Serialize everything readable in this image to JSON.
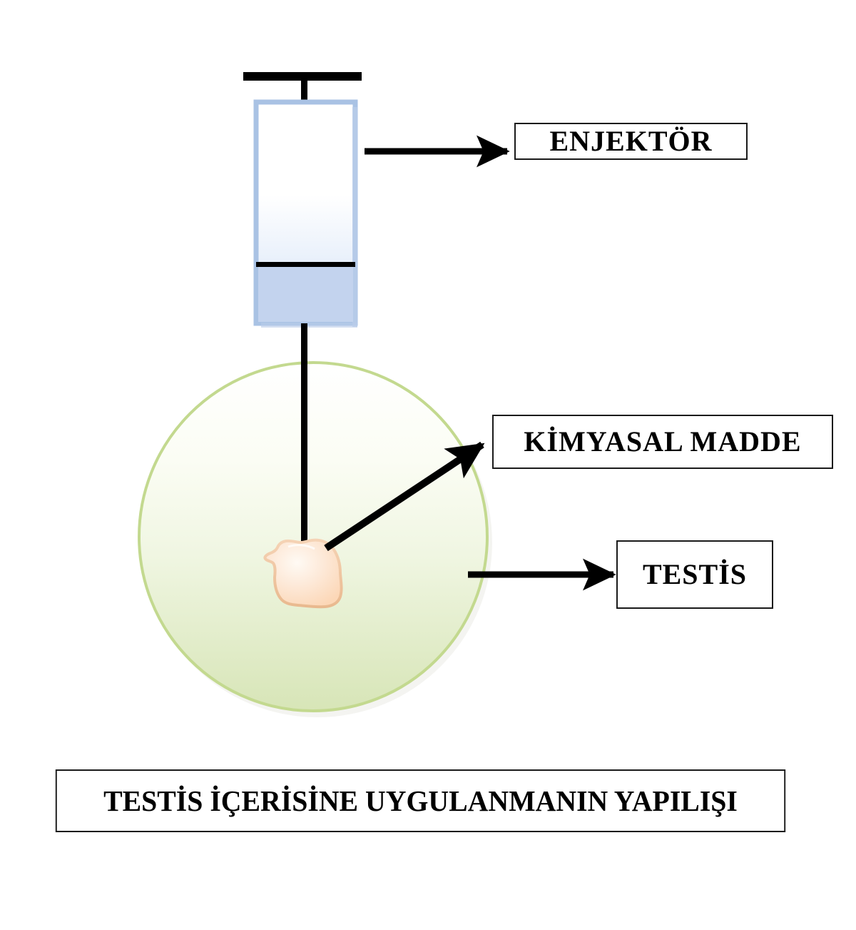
{
  "diagram": {
    "title": "TESTİS İÇERİSİNE UYGULANMANIN YAPILIŞI",
    "labels": {
      "injector": "ENJEKTÖR",
      "chemical": "KİMYASAL MADDE",
      "testis": "TESTİS"
    },
    "icons": {
      "syringe": "syringe-icon",
      "organ": "testis-organ-icon",
      "field": "green-circle-field-icon",
      "arrow_injector": "arrow-right-icon",
      "arrow_chemical": "arrow-diagonal-up-right-icon",
      "arrow_testis": "arrow-right-icon"
    },
    "colors": {
      "outline": "#000000",
      "box_border": "#1a1a1a",
      "syringe_barrel_top": "#ffffff",
      "syringe_barrel_bottom": "#cfdcf2",
      "syringe_liquid": "#c3d3ee",
      "syringe_edge": "#9bb7de",
      "field_top": "#ffffff",
      "field_bottom": "#d8e6b8",
      "field_border": "#c3d98f",
      "organ_fill": "#fde2cb",
      "organ_highlight": "#fdf3e8",
      "organ_edge": "#f0c9a6"
    }
  }
}
